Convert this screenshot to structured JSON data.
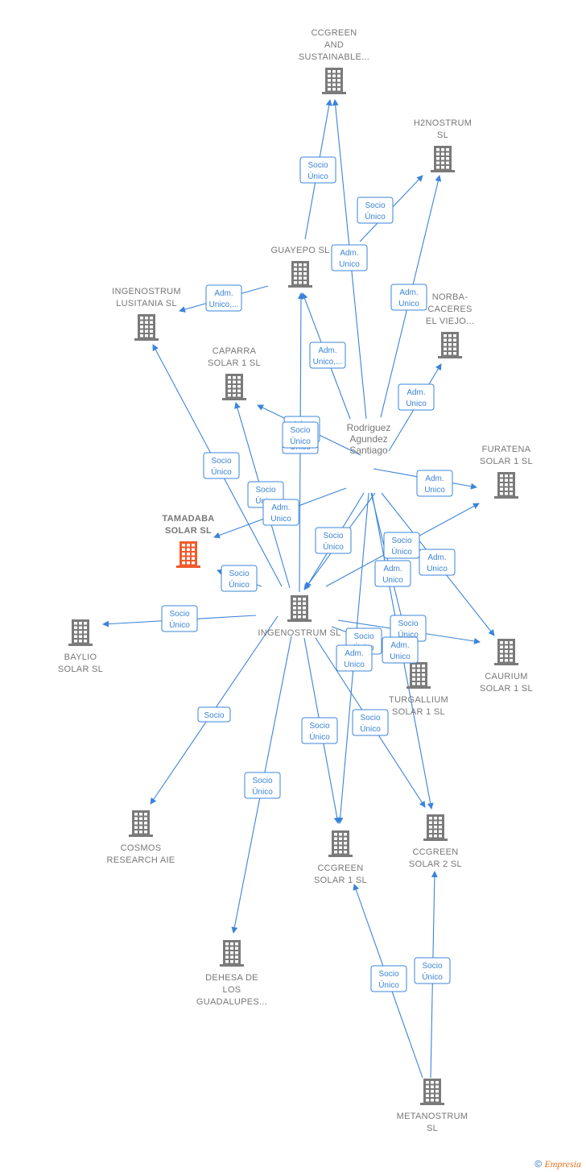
{
  "colors": {
    "edge": "#3b84d8",
    "building": "#7a7a7a",
    "focus_building": "#f15a2b",
    "label": "#777777"
  },
  "nodes": [
    {
      "id": "ccgreen_sust",
      "lines": [
        "CCGREEN",
        "AND",
        "SUSTAINABLE..."
      ],
      "icon": "building-icon"
    },
    {
      "id": "h2nostrum",
      "lines": [
        "H2NOSTRUM",
        "SL"
      ],
      "icon": "building-icon"
    },
    {
      "id": "guayepo",
      "lines": [
        "GUAYEPO  SL"
      ],
      "icon": "building-icon"
    },
    {
      "id": "ingenostrum_lusitania",
      "lines": [
        "INGENOSTRUM",
        "LUSITANIA  SL"
      ],
      "icon": "building-icon"
    },
    {
      "id": "norba",
      "lines": [
        "NORBA-",
        "CACERES",
        "EL VIEJO..."
      ],
      "icon": "building-icon"
    },
    {
      "id": "caparra",
      "lines": [
        "CAPARRA",
        "SOLAR 1  SL"
      ],
      "icon": "building-icon"
    },
    {
      "id": "rodriguez",
      "lines": [
        "Rodriguez",
        "Agundez",
        "Santiago"
      ],
      "icon": "person"
    },
    {
      "id": "furatena",
      "lines": [
        "FURATENA",
        "SOLAR 1  SL"
      ],
      "icon": "building-icon"
    },
    {
      "id": "tamadaba",
      "lines": [
        "TAMADABA",
        "SOLAR  SL"
      ],
      "icon": "building-icon",
      "focus": true
    },
    {
      "id": "ingenostrum",
      "lines": [
        "INGENOSTRUM SL"
      ],
      "icon": "building-icon"
    },
    {
      "id": "baylio",
      "lines": [
        "BAYLIO",
        "SOLAR  SL"
      ],
      "icon": "building-icon"
    },
    {
      "id": "caurium",
      "lines": [
        "CAURIUM",
        "SOLAR 1  SL"
      ],
      "icon": "building-icon"
    },
    {
      "id": "turgallium",
      "lines": [
        "TURGALLIUM",
        "SOLAR 1  SL"
      ],
      "icon": "building-icon"
    },
    {
      "id": "cosmos",
      "lines": [
        "COSMOS",
        "RESEARCH AIE"
      ],
      "icon": "building-icon"
    },
    {
      "id": "ccgreen1",
      "lines": [
        "CCGREEN",
        "SOLAR 1  SL"
      ],
      "icon": "building-icon"
    },
    {
      "id": "ccgreen2",
      "lines": [
        "CCGREEN",
        "SOLAR 2  SL"
      ],
      "icon": "building-icon"
    },
    {
      "id": "dehesa",
      "lines": [
        "DEHESA DE",
        "LOS",
        "GUADALUPES..."
      ],
      "icon": "building-icon"
    },
    {
      "id": "metanostrum",
      "lines": [
        "METANOSTRUM",
        "SL"
      ],
      "icon": "building-icon"
    }
  ],
  "edges": [
    {
      "from": "guayepo",
      "to": "ccgreen_sust",
      "label": [
        "Socio",
        "Único"
      ]
    },
    {
      "from": "rodriguez",
      "to": "ccgreen_sust",
      "label": [
        "Adm.",
        "Unico"
      ]
    },
    {
      "from": "rodriguez",
      "to": "h2nostrum",
      "label": [
        "Socio",
        "Único"
      ]
    },
    {
      "from": "rodriguez",
      "to": "h2nostrum",
      "label": [
        "Adm.",
        "Unico"
      ]
    },
    {
      "from": "guayepo",
      "to": "ingenostrum_lusitania",
      "label": [
        "Adm.",
        "Unico,..."
      ]
    },
    {
      "from": "rodriguez",
      "to": "guayepo",
      "label": [
        "Adm.",
        "Unico,..."
      ]
    },
    {
      "from": "rodriguez",
      "to": "norba",
      "label": [
        "Adm.",
        "Unico"
      ]
    },
    {
      "from": "rodriguez",
      "to": "caparra",
      "label": [
        "Adm.",
        "Unico,..."
      ]
    },
    {
      "from": "ingenostrum",
      "to": "guayepo",
      "label": [
        "Adm.",
        "Unico"
      ]
    },
    {
      "from": "rodriguez",
      "to": "furatena",
      "label": [
        "Adm.",
        "Unico"
      ]
    },
    {
      "from": "ingenostrum",
      "to": "ingenostrum_lusitania",
      "label": [
        "Socio",
        "Único"
      ]
    },
    {
      "from": "ingenostrum",
      "to": "caparra",
      "label": [
        "Socio",
        "Único"
      ]
    },
    {
      "from": "rodriguez",
      "to": "tamadaba",
      "label": [
        "Adm.",
        "Unico"
      ]
    },
    {
      "from": "rodriguez",
      "to": "ingenostrum",
      "label": [
        "Socio",
        "Único"
      ]
    },
    {
      "from": "ingenostrum",
      "to": "tamadaba",
      "label": [
        "Socio",
        "Único"
      ]
    },
    {
      "from": "ingenostrum",
      "to": "baylio",
      "label": [
        "Socio",
        "Único"
      ]
    },
    {
      "from": "ingenostrum",
      "to": "furatena",
      "label": [
        "Socio",
        "Único"
      ]
    },
    {
      "from": "rodriguez",
      "to": "caurium",
      "label": [
        "Adm.",
        "Unico"
      ]
    },
    {
      "from": "rodriguez",
      "to": "turgallium",
      "label": [
        "Adm.",
        "Unico"
      ]
    },
    {
      "from": "ingenostrum",
      "to": "caurium",
      "label": [
        "Socio",
        "Único"
      ]
    },
    {
      "from": "ingenostrum",
      "to": "turgallium",
      "label": [
        "Socio",
        "Único"
      ]
    },
    {
      "from": "rodriguez",
      "to": "ccgreen1",
      "label": [
        "Adm.",
        "Unico"
      ]
    },
    {
      "from": "rodriguez",
      "to": "ccgreen2",
      "label": [
        "Adm.",
        "Unico"
      ]
    },
    {
      "from": "ingenostrum",
      "to": "cosmos",
      "label": [
        "Socio"
      ]
    },
    {
      "from": "ingenostrum",
      "to": "dehesa",
      "label": [
        "Socio",
        "Único"
      ]
    },
    {
      "from": "ingenostrum",
      "to": "ccgreen1",
      "label": [
        "Socio",
        "Único"
      ]
    },
    {
      "from": "ingenostrum",
      "to": "ccgreen2",
      "label": [
        "Socio",
        "Único"
      ]
    },
    {
      "from": "metanostrum",
      "to": "ccgreen1",
      "label": [
        "Socio",
        "Único"
      ]
    },
    {
      "from": "metanostrum",
      "to": "ccgreen2",
      "label": [
        "Socio",
        "Único"
      ]
    },
    {
      "from": "rodriguez",
      "to": "ingenostrum",
      "label": [
        "Socio",
        "Único"
      ]
    }
  ],
  "footer": {
    "copyright": "©",
    "brand": "Empresia"
  }
}
